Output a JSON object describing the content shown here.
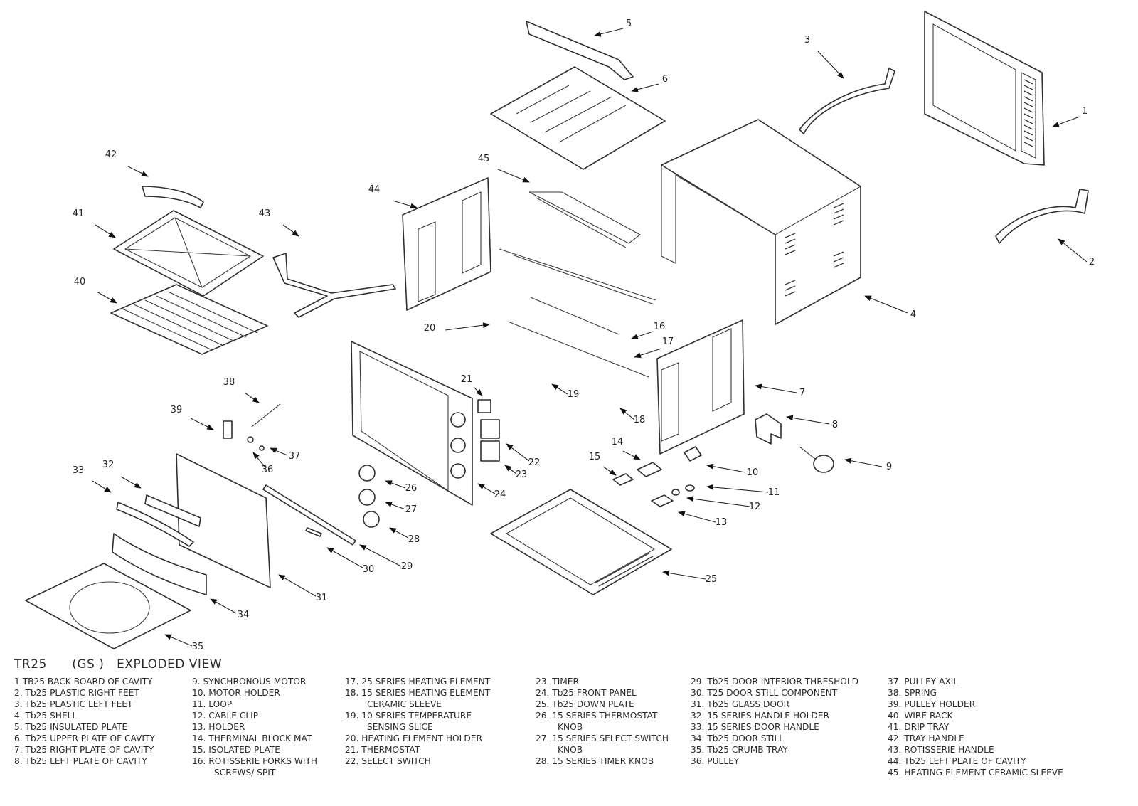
{
  "title": "TR25      (GS )   EXPLODED VIEW",
  "callouts": [
    "1",
    "2",
    "3",
    "4",
    "5",
    "6",
    "7",
    "8",
    "9",
    "10",
    "11",
    "12",
    "13",
    "14",
    "15",
    "16",
    "17",
    "18",
    "19",
    "20",
    "21",
    "22",
    "23",
    "24",
    "25",
    "26",
    "27",
    "28",
    "29",
    "30",
    "31",
    "32",
    "33",
    "34",
    "35",
    "36",
    "37",
    "38",
    "39",
    "40",
    "41",
    "42",
    "43",
    "44",
    "45"
  ],
  "legend": [
    [
      [
        "1.TB25  BACK BOARD OF CAVITY"
      ],
      [
        "2. Tb25 PLASTIC RIGHT FEET"
      ],
      [
        "3. Tb25 PLASTIC LEFT FEET"
      ],
      [
        "4. Tb25 SHELL"
      ],
      [
        "5. Tb25 INSULATED PLATE"
      ],
      [
        "6. Tb25 UPPER PLATE OF CAVITY"
      ],
      [
        "7. Tb25 RIGHT PLATE OF CAVITY"
      ],
      [
        "8. Tb25 LEFT PLATE OF CAVITY"
      ]
    ],
    [
      [
        "9. SYNCHRONOUS MOTOR"
      ],
      [
        "10. MOTOR HOLDER"
      ],
      [
        "11. LOOP"
      ],
      [
        "12. CABLE CLIP"
      ],
      [
        "13. HOLDER"
      ],
      [
        "14. THERMINAL BLOCK MAT"
      ],
      [
        "15. ISOLATED PLATE"
      ],
      [
        "16. ROTISSERIE FORKS WITH",
        "SCREWS/ SPIT"
      ]
    ],
    [
      [
        "17. 25 SERIES HEATING ELEMENT"
      ],
      [
        "18. 15 SERIES HEATING ELEMENT",
        "CERAMIC SLEEVE"
      ],
      [
        "19. 10 SERIES TEMPERATURE",
        "SENSING SLICE"
      ],
      [
        "20. HEATING ELEMENT HOLDER"
      ],
      [
        "21. THERMOSTAT"
      ],
      [
        "22. SELECT SWITCH"
      ]
    ],
    [
      [
        "23. TIMER"
      ],
      [
        "24. Tb25 FRONT PANEL"
      ],
      [
        "25. Tb25 DOWN PLATE"
      ],
      [
        "26. 15 SERIES THERMOSTAT",
        "KNOB"
      ],
      [
        "27. 15 SERIES SELECT SWITCH",
        "KNOB"
      ],
      [
        "28. 15 SERIES TIMER KNOB"
      ]
    ],
    [
      [
        "29. Tb25 DOOR INTERIOR THRESHOLD"
      ],
      [
        "30. T25 DOOR STILL COMPONENT"
      ],
      [
        "31. Tb25 GLASS DOOR"
      ],
      [
        "32. 15 SERIES HANDLE HOLDER"
      ],
      [
        "33. 15 SERIES DOOR HANDLE"
      ],
      [
        "34. Tb25 DOOR STILL"
      ],
      [
        "35. Tb25 CRUMB TRAY"
      ],
      [
        "36. PULLEY"
      ]
    ],
    [
      [
        "37. PULLEY AXIL"
      ],
      [
        "38. SPRING"
      ],
      [
        "39. PULLEY HOLDER"
      ],
      [
        "40. WIRE RACK"
      ],
      [
        "41. DRIP TRAY"
      ],
      [
        "42. TRAY HANDLE"
      ],
      [
        "43. ROTISSERIE HANDLE"
      ],
      [
        "44. Tb25 LEFT PLATE OF CAVITY"
      ],
      [
        "45. HEATING ELEMENT CERAMIC SLEEVE"
      ]
    ]
  ]
}
